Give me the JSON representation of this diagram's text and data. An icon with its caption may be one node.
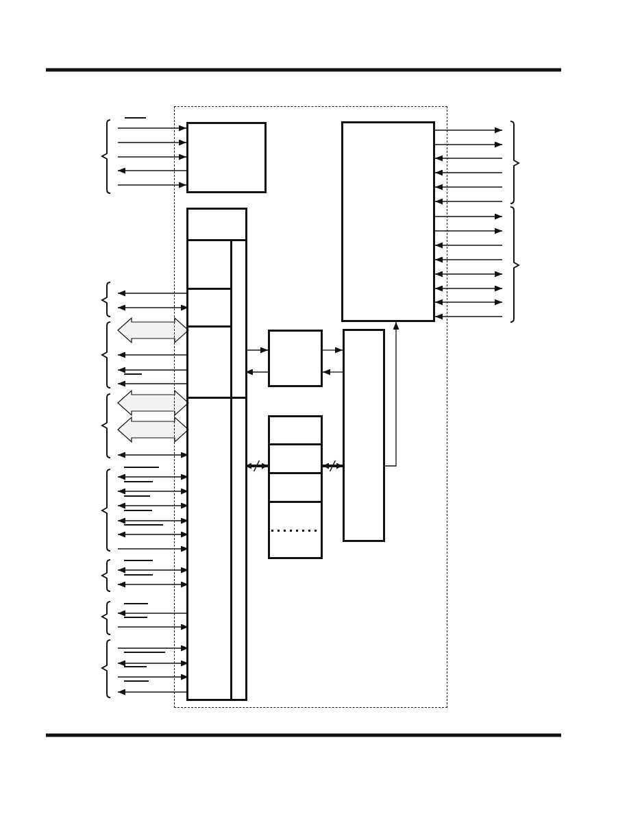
{
  "diagram": {
    "nodes": [
      {
        "text": [],
        "shape": "box"
      },
      {
        "text": [],
        "shape": "box",
        "in": 0
      },
      {
        "text": [],
        "shape": "box",
        "in": 0
      },
      {
        "text": [],
        "shape": "box",
        "in": 0
      },
      {
        "text": [],
        "shape": "box",
        "in": 3
      },
      {
        "text": [],
        "shape": "box",
        "in": 3
      },
      {
        "text": [],
        "shape": "box",
        "in": 3
      },
      {
        "text": [],
        "shape": "box",
        "in": 3
      },
      {
        "text": [],
        "shape": "box",
        "in": 3
      },
      {
        "text": [],
        "shape": "box",
        "in": 3
      },
      {
        "text": [],
        "shape": "box",
        "in": 3
      },
      {
        "text": [],
        "shape": "box",
        "in": 0
      },
      {
        "text": [],
        "shape": "box",
        "in": 0
      },
      {
        "text": [],
        "shape": "box",
        "in": 0
      },
      {
        "text": [],
        "shape": "box",
        "in": 13
      },
      {
        "text": [],
        "shape": "box",
        "in": 13
      },
      {
        "text": [],
        "shape": "box",
        "in": 13
      },
      {
        "text": [],
        "shape": "box",
        "in": 13
      }
    ],
    "edges": [
      {
        "from": null,
        "to": 1,
        "arrow": "to"
      },
      {
        "from": null,
        "to": 1,
        "arrow": "to"
      },
      {
        "from": null,
        "to": 1,
        "arrow": "to"
      },
      {
        "from": 1,
        "to": null,
        "arrow": "to"
      },
      {
        "from": null,
        "to": 1,
        "arrow": "to"
      },
      {
        "from": 6,
        "to": null,
        "arrow": "to"
      },
      {
        "from": null,
        "to": 6,
        "arrow": "both"
      },
      {
        "from": null,
        "to": 7,
        "arrow": "both",
        "style": "thick",
        "color": "#f2f2f2"
      },
      {
        "from": 7,
        "to": null,
        "arrow": "to"
      },
      {
        "from": 7,
        "to": null,
        "arrow": "to"
      },
      {
        "from": 7,
        "to": null,
        "arrow": "to"
      },
      {
        "from": null,
        "to": 9,
        "arrow": "both",
        "style": "thick",
        "color": "#f2f2f2"
      },
      {
        "from": null,
        "to": 9,
        "arrow": "both",
        "style": "thick",
        "color": "#f2f2f2"
      },
      {
        "from": null,
        "to": 9,
        "arrow": "both"
      },
      {
        "from": null,
        "to": 9,
        "arrow": "both"
      },
      {
        "from": null,
        "to": 9,
        "arrow": "both"
      },
      {
        "from": null,
        "to": 9,
        "arrow": "both"
      },
      {
        "from": null,
        "to": 9,
        "arrow": "both"
      },
      {
        "from": null,
        "to": 9,
        "arrow": "both"
      },
      {
        "from": null,
        "to": 9,
        "arrow": "to"
      },
      {
        "from": null,
        "to": 9,
        "arrow": "both"
      },
      {
        "from": null,
        "to": 9,
        "arrow": "both"
      },
      {
        "from": 9,
        "to": null,
        "arrow": "to"
      },
      {
        "from": null,
        "to": 9,
        "arrow": "to"
      },
      {
        "from": null,
        "to": 9,
        "arrow": "to"
      },
      {
        "from": null,
        "to": 9,
        "arrow": "both"
      },
      {
        "from": null,
        "to": 9,
        "arrow": "to"
      },
      {
        "from": 9,
        "to": null,
        "arrow": "to"
      },
      {
        "from": 8,
        "to": 11,
        "arrow": "to"
      },
      {
        "from": 11,
        "to": 8,
        "arrow": "to"
      },
      {
        "from": 11,
        "to": 12,
        "arrow": "to"
      },
      {
        "from": 12,
        "to": 11,
        "arrow": "to"
      },
      {
        "from": 10,
        "to": 13,
        "arrow": "both",
        "style": "thick"
      },
      {
        "from": 13,
        "to": 12,
        "arrow": "both",
        "style": "thick"
      },
      {
        "from": 12,
        "to": 2,
        "arrow": "to"
      },
      {
        "from": 2,
        "to": null,
        "arrow": "to"
      },
      {
        "from": 2,
        "to": null,
        "arrow": "to"
      },
      {
        "from": null,
        "to": 2,
        "arrow": "to"
      },
      {
        "from": null,
        "to": 2,
        "arrow": "to"
      },
      {
        "from": null,
        "to": 2,
        "arrow": "to"
      },
      {
        "from": null,
        "to": 2,
        "arrow": "to"
      },
      {
        "from": 2,
        "to": null,
        "arrow": "to"
      },
      {
        "from": 2,
        "to": null,
        "arrow": "to"
      },
      {
        "from": null,
        "to": 2,
        "arrow": "to"
      },
      {
        "from": null,
        "to": 2,
        "arrow": "to"
      },
      {
        "from": 2,
        "to": null,
        "arrow": "both"
      },
      {
        "from": 2,
        "to": null,
        "arrow": "both"
      },
      {
        "from": 2,
        "to": null,
        "arrow": "both"
      },
      {
        "from": null,
        "to": 2,
        "arrow": "to"
      }
    ]
  }
}
